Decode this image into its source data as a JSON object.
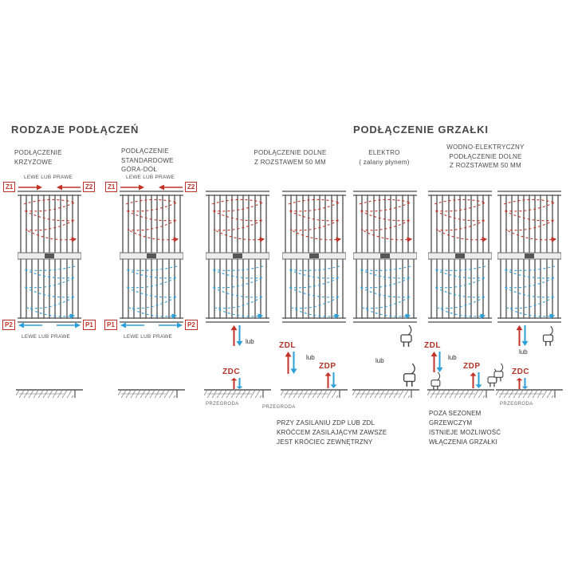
{
  "colors": {
    "red": "#c13328",
    "blue": "#2d9fd8",
    "dark_red": "#b03326",
    "text": "#3f3f3f",
    "muted": "#666666"
  },
  "titles": {
    "connections": "RODZAJE PODŁĄCZEŃ",
    "heater": "PODŁĄCZENIE GRZAŁKI"
  },
  "headings": {
    "cross": "PODŁĄCZENIE\nKRZYŻOWE",
    "standard": "PODŁĄCZENIE\nSTANDARDOWE\nGÓRA-DÓŁ",
    "bottom50": "PODŁĄCZENIE DOLNE\nZ ROZSTAWEM 50 MM",
    "electric": "ELEKTRO\n( zalany płynem)",
    "water_electric": "WODNO-ELEKTRYCZNY\nPODŁĄCZENIE DOLNE\nZ ROZSTAWEM 50 MM"
  },
  "ports": {
    "z1": "Z1",
    "z2": "Z2",
    "p1": "P1",
    "p2": "P2"
  },
  "connectors": {
    "zdc": "ZDC",
    "zdl": "ZDL",
    "zdp": "ZDP"
  },
  "labels": {
    "side_option": "LEWE LUB PRAWE",
    "or": "lub",
    "partition": "PRZEGRODA"
  },
  "notes": {
    "supply": "PRZY ZASILANIU ZDP LUB ZDL\nKRÓĆCEM ZASILAJĄCYM ZAWSZE\nJEST KRÓCIEC ZEWNĘTRZNY",
    "heater": "POZA SEZONEM\nGRZEWCZYM\nISTNIEJE MOŻLIWOŚĆ\nWŁĄCZENIA GRZAŁKI"
  }
}
